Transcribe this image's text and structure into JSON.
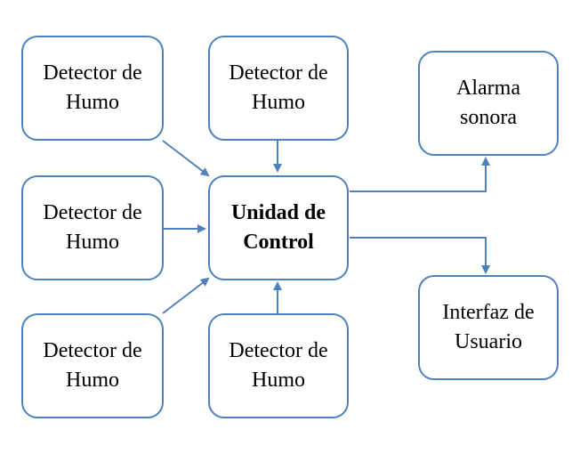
{
  "diagram": {
    "colors": {
      "border": "#4f81bd",
      "arrow": "#4f81bd",
      "text": "#000000",
      "background": "#ffffff"
    },
    "nodes": {
      "detector_1": {
        "line1": "Detector de",
        "line2": "Humo"
      },
      "detector_2": {
        "line1": "Detector de",
        "line2": "Humo"
      },
      "detector_3": {
        "line1": "Detector de",
        "line2": "Humo"
      },
      "detector_4": {
        "line1": "Detector de",
        "line2": "Humo"
      },
      "detector_5": {
        "line1": "Detector de",
        "line2": "Humo"
      },
      "control": {
        "line1": "Unidad de",
        "line2": "Control"
      },
      "alarma": {
        "line1": "Alarma",
        "line2": "sonora"
      },
      "interfaz": {
        "line1": "Interfaz de",
        "line2": "Usuario"
      }
    },
    "edges": [
      {
        "from": "detector_1",
        "to": "control"
      },
      {
        "from": "detector_2",
        "to": "control"
      },
      {
        "from": "detector_3",
        "to": "control"
      },
      {
        "from": "detector_4",
        "to": "control"
      },
      {
        "from": "detector_5",
        "to": "control"
      },
      {
        "from": "control",
        "to": "alarma"
      },
      {
        "from": "control",
        "to": "interfaz"
      }
    ]
  }
}
